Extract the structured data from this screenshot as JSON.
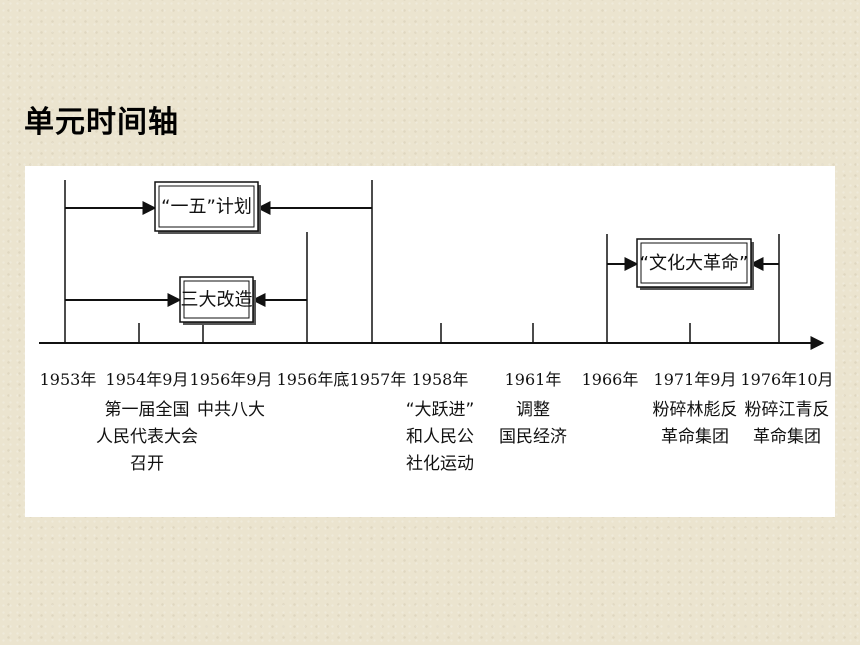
{
  "slide_title": "单元时间轴",
  "timeline": {
    "events": [
      {
        "year": "1953年",
        "desc": []
      },
      {
        "year": "1954年9月",
        "desc": [
          "第一届全国",
          "人民代表大会",
          "召开"
        ]
      },
      {
        "year": "1956年9月",
        "desc": [
          "中共八大"
        ]
      },
      {
        "year": "1956年底",
        "desc": []
      },
      {
        "year": "1957年",
        "desc": []
      },
      {
        "year": "1958年",
        "desc": [
          "“大跃进”",
          "和人民公",
          "社化运动"
        ]
      },
      {
        "year": "1961年",
        "desc": [
          "调整",
          "国民经济"
        ]
      },
      {
        "year": "1966年",
        "desc": []
      },
      {
        "year": "1971年9月",
        "desc": [
          "粉碎林彪反",
          "革命集团"
        ]
      },
      {
        "year": "1976年10月",
        "desc": [
          "粉碎江青反",
          "革命集团"
        ]
      }
    ],
    "periods": [
      {
        "label": "“一五”计划",
        "start_year": "1953年",
        "end_year": "1957年"
      },
      {
        "label": "三大改造",
        "start_year": "1953年",
        "end_year": "1956年底"
      },
      {
        "label": "“文化大革命”",
        "start_year": "1966年",
        "end_year": "1976年10月"
      }
    ]
  }
}
